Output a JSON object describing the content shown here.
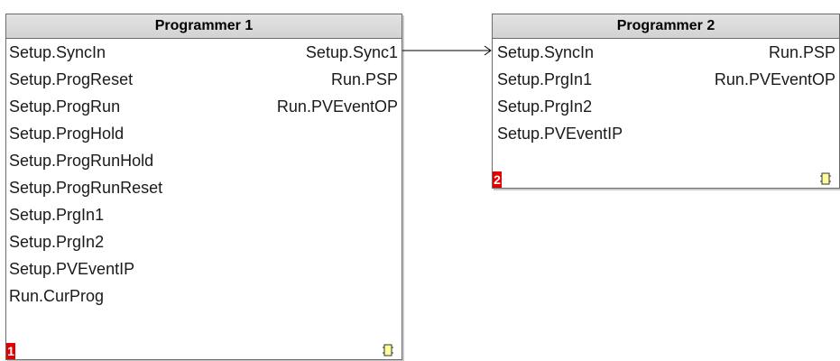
{
  "blocks": [
    {
      "title": "Programmer 1",
      "badge": "1",
      "inputs": [
        "Setup.SyncIn",
        "Setup.ProgReset",
        "Setup.ProgRun",
        "Setup.ProgHold",
        "Setup.ProgRunHold",
        "Setup.ProgRunReset",
        "Setup.PrgIn1",
        "Setup.PrgIn2",
        "Setup.PVEventIP",
        "Run.CurProg"
      ],
      "outputs": [
        "Setup.Sync1",
        "Run.PSP",
        "Run.PVEventOP"
      ]
    },
    {
      "title": "Programmer 2",
      "badge": "2",
      "inputs": [
        "Setup.SyncIn",
        "Setup.PrgIn1",
        "Setup.PrgIn2",
        "Setup.PVEventIP"
      ],
      "outputs": [
        "Run.PSP",
        "Run.PVEventOP"
      ]
    }
  ],
  "connections": [
    {
      "from": "Programmer 1 · Setup.Sync1",
      "to": "Programmer 2 · Setup.SyncIn"
    }
  ],
  "colors": {
    "badge": "#e10000",
    "chip": "#ffff99",
    "border": "#6b6b6b",
    "header": "#d9d9d9"
  },
  "icons": {
    "chip": "function-block-chip-icon"
  }
}
